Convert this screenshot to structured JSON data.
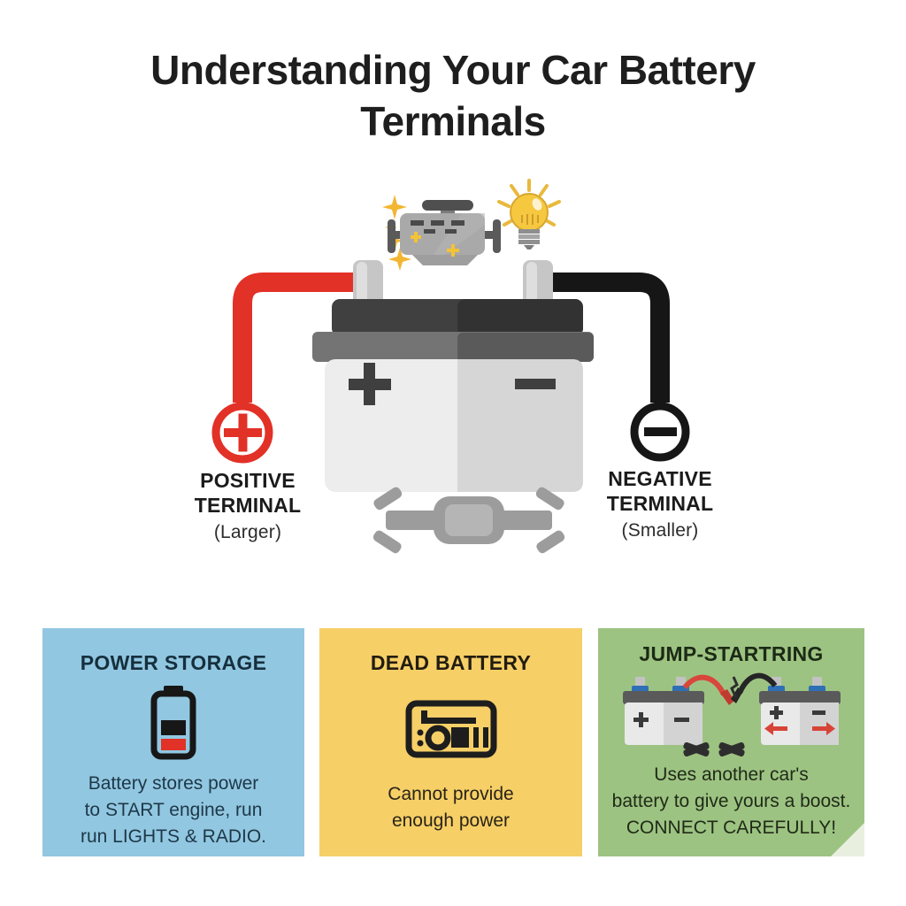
{
  "title": {
    "line1": "Understanding Your Car Battery",
    "line2": "Terminals"
  },
  "diagram": {
    "positive": {
      "label_line1": "POSITIVE",
      "label_line2": "TERMINAL",
      "label_sub": "(Larger)",
      "symbol": "+"
    },
    "negative": {
      "label_line1": "NEGATIVE",
      "label_line2": "TERMINAL",
      "label_sub": "(Smaller)",
      "symbol": "−"
    },
    "battery_markings": {
      "positive": "+",
      "negative": "−"
    },
    "icons": {
      "engine": "engine-icon",
      "lightbulb": "lightbulb-icon",
      "mount": "battery-bracket-icon"
    }
  },
  "cards": [
    {
      "title": "POWER STORAGE",
      "icon": "low-battery-icon",
      "lines": [
        "Battery stores power",
        "to START engine, run",
        "run LIGHTS & RADIO."
      ],
      "bg": "#92c7e1"
    },
    {
      "title": "DEAD BATTERY",
      "icon": "car-radio-icon",
      "lines": [
        "Cannot provide",
        "enough power"
      ],
      "bg": "#f6cf67"
    },
    {
      "title": "JUMP-STARTRING",
      "icon": "jump-start-icon",
      "lines": [
        "Uses another car's",
        "battery to give yours a boost.",
        "CONNECT CAREFULLY!"
      ],
      "bg": "#9dc382"
    }
  ],
  "colors": {
    "positive_red": "#e23127",
    "negative_black": "#161616",
    "terminal_blue": "#1e6fc0",
    "card_blue": "#92c7e1",
    "card_yellow": "#f6cf67",
    "card_green": "#9dc382",
    "title_text": "#1e1e1e"
  }
}
